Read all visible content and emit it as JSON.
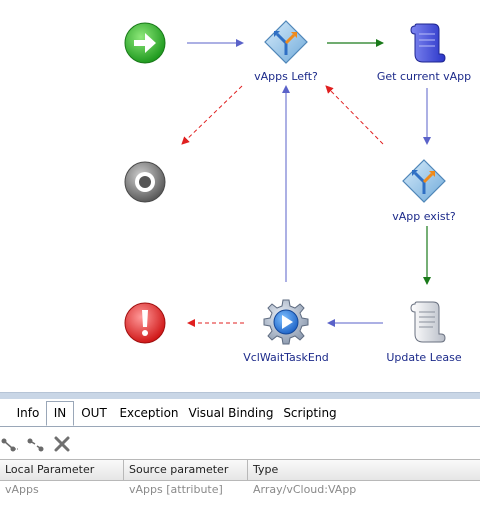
{
  "nodes": {
    "start": {
      "icon": "start-arrow-icon"
    },
    "vapps_left": {
      "label": "vApps Left?",
      "icon": "decision-icon"
    },
    "get_current_vapp": {
      "label": "Get current vApp",
      "icon": "scriptable-task-icon"
    },
    "end": {
      "icon": "end-icon"
    },
    "vapp_exist": {
      "label": "vApp exist?",
      "icon": "decision-icon"
    },
    "error": {
      "icon": "error-icon"
    },
    "vcl_wait_task_end": {
      "label": "VclWaitTaskEnd",
      "icon": "workflow-action-icon"
    },
    "update_lease": {
      "label": "Update Lease",
      "icon": "scroll-icon"
    }
  },
  "colors": {
    "normal_link": "#5a62c9",
    "true_link": "#1a7a1a",
    "false_link": "#e02020"
  },
  "tabs": [
    {
      "label": "Info"
    },
    {
      "label": "IN"
    },
    {
      "label": "OUT"
    },
    {
      "label": "Exception"
    },
    {
      "label": "Visual Binding"
    },
    {
      "label": "Scripting"
    }
  ],
  "active_tab": "IN",
  "toolbar": {
    "icons": [
      "bind-parameter-icon",
      "unbind-parameter-icon",
      "delete-icon"
    ]
  },
  "table": {
    "headers": [
      "Local Parameter",
      "Source parameter",
      "Type"
    ],
    "rows": [
      [
        "vApps",
        "vApps [attribute]",
        "Array/vCloud:VApp"
      ]
    ]
  }
}
